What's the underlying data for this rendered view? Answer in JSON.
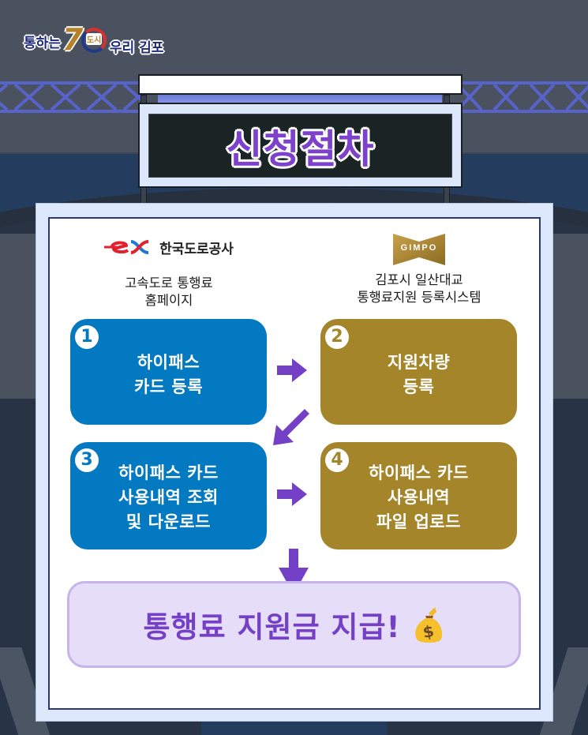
{
  "branding": {
    "logo_prefix": "통하는",
    "logo_number": "7",
    "logo_badge": "도시",
    "logo_suffix": "우리 김포"
  },
  "header": {
    "title": "신청절차"
  },
  "columns": {
    "left": {
      "org_name": "한국도로공사",
      "org_logo": "ex-logo",
      "description": "고속도로 통행료\n홈페이지",
      "description_line1": "고속도로 통행료",
      "description_line2": "홈페이지"
    },
    "right": {
      "org_logo_text": "GIMPO",
      "description_line1": "김포시 일산대교",
      "description_line2": "통행료지원 등록시스템"
    }
  },
  "steps": [
    {
      "number": "1",
      "label": "하이패스\n카드 등록",
      "color": "#0379c2"
    },
    {
      "number": "2",
      "label": "지원차량\n등록",
      "color": "#a4852a"
    },
    {
      "number": "3",
      "label": "하이패스 카드\n사용내역 조회\n및 다운로드",
      "color": "#0379c2"
    },
    {
      "number": "4",
      "label": "하이패스 카드\n사용내역\n파일 업로드",
      "color": "#a4852a"
    }
  ],
  "final": {
    "label": "통행료 지원금 지급!",
    "icon": "money-bag-icon",
    "color": "#7441c6",
    "background": "#e6ddf8"
  },
  "colors": {
    "arrow": "#7441c6",
    "panel_border": "#2d3872",
    "truss": "#5763c9"
  }
}
